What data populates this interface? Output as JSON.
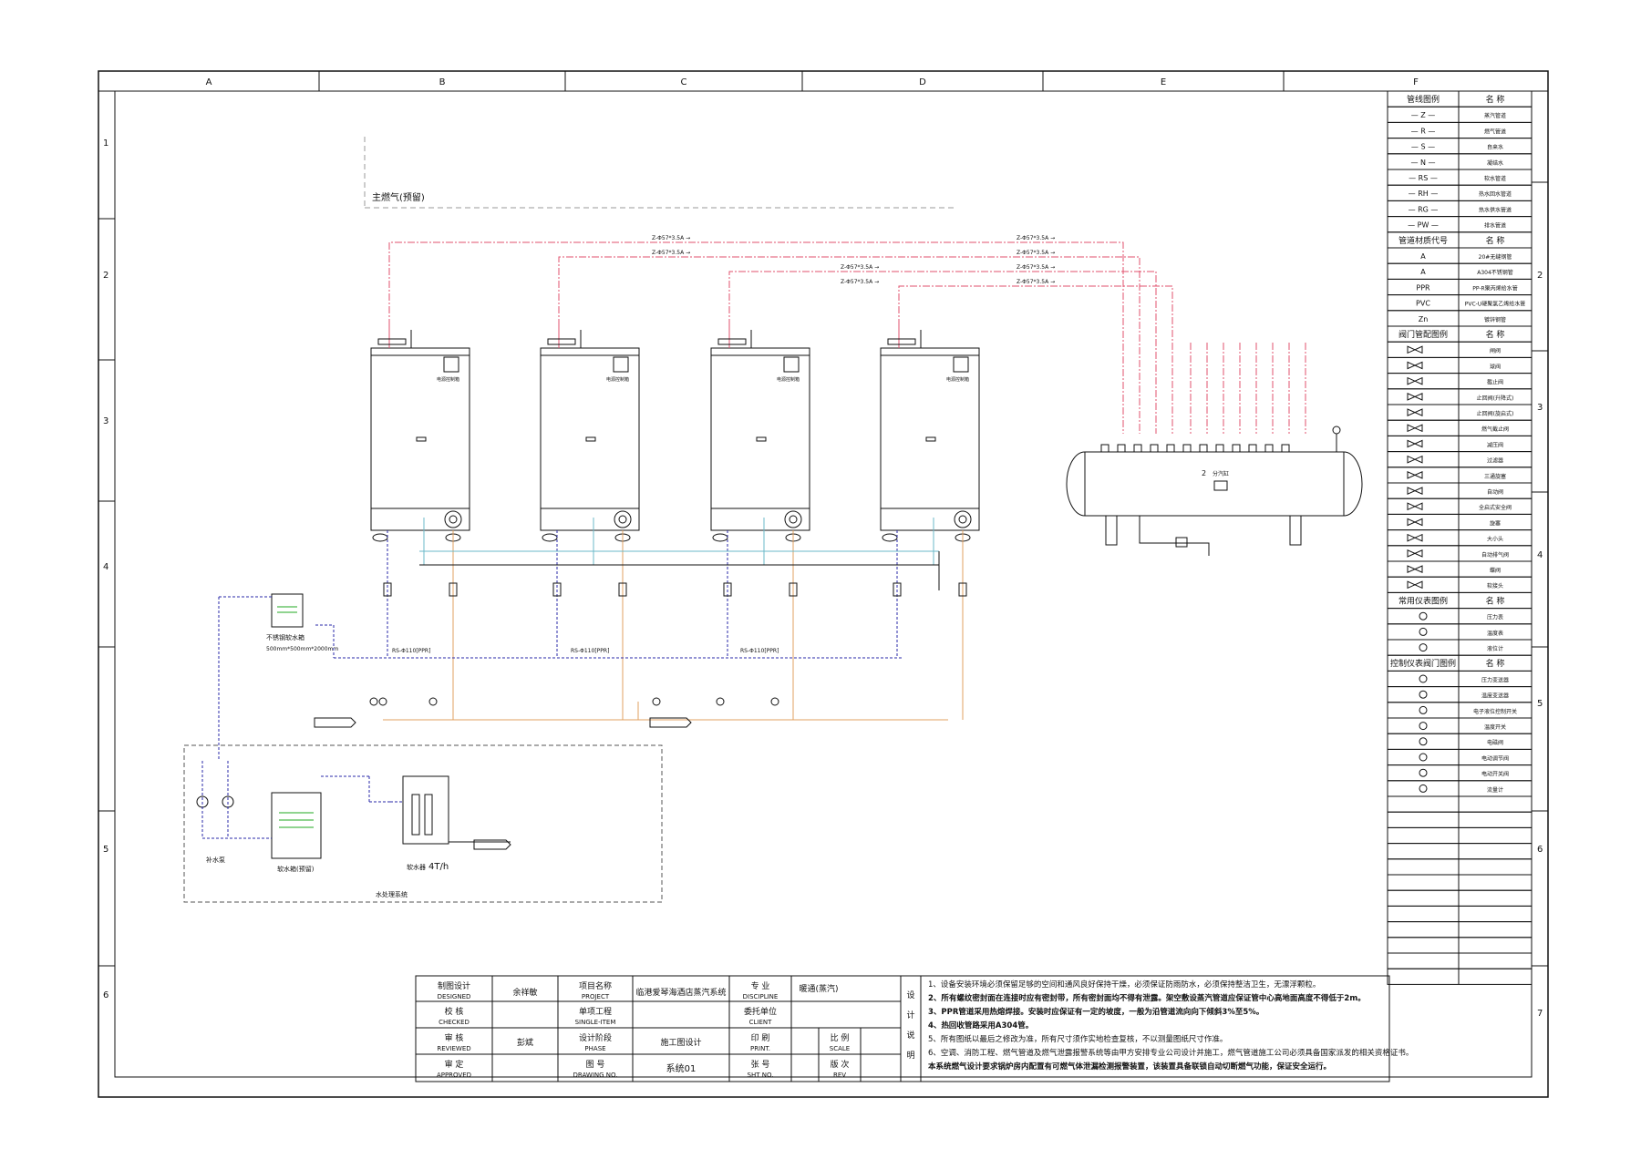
{
  "frame": {
    "columns": [
      "A",
      "B",
      "C",
      "D",
      "E",
      "F"
    ],
    "rows_left": [
      "1",
      "2",
      "3",
      "4",
      "5",
      "6"
    ],
    "rows_right": [
      "2",
      "3",
      "4",
      "5",
      "6",
      "7"
    ]
  },
  "diagram": {
    "main_gas_label": "主燃气(预留)",
    "gas_pipe_spec": "Z-Φ57*3.5A",
    "boiler_panel_label": "电源控制箱",
    "header_label": "分汽缸",
    "header_number": "2",
    "return_pipe_label": "RS-Φ110[PPR]",
    "water_treat_label": "软水器",
    "water_treat_capacity": "4T/h",
    "tank_label": "不锈钢软水箱",
    "tank_size": "500mm*500mm*2000mm",
    "softwater_box_label": "软水箱(预留)",
    "pump_label": "补水泵",
    "system_caption": "水处理系统"
  },
  "legend": {
    "pipe_header": [
      "管线图例",
      "名 称"
    ],
    "pipe_rows": [
      [
        "— Z —",
        "蒸汽管道"
      ],
      [
        "— R —",
        "燃气管道"
      ],
      [
        "— S —",
        "自来水"
      ],
      [
        "— N —",
        "凝结水"
      ],
      [
        "— RS —",
        "软水管道"
      ],
      [
        "— RH —",
        "热水回水管道"
      ],
      [
        "— RG —",
        "热水供水管道"
      ],
      [
        "— PW —",
        "排水管道"
      ]
    ],
    "material_header": [
      "管道材质代号",
      "名 称"
    ],
    "material_rows": [
      [
        "A",
        "20#无缝钢管"
      ],
      [
        "A",
        "A304不锈钢管"
      ],
      [
        "PPR",
        "PP-R聚丙烯给水管"
      ],
      [
        "PVC",
        "PVC-U硬聚氯乙烯给水管"
      ],
      [
        "Zn",
        "镀锌钢管"
      ]
    ],
    "valve_header": [
      "阀门管配图例",
      "名 称"
    ],
    "valve_rows": [
      "闸阀",
      "球阀",
      "截止阀",
      "止回阀(升降式)",
      "止回阀(旋启式)",
      "燃气截止阀",
      "减压阀",
      "过滤器",
      "三通旋塞",
      "自动阀",
      "全启式安全阀",
      "旋塞",
      "大小头",
      "自动排气阀",
      "蝶阀",
      "软接头"
    ],
    "instrument_header": [
      "常用仪表图例",
      "名 称"
    ],
    "instrument_rows": [
      "压力表",
      "温度表",
      "液位计"
    ],
    "control_header": [
      "控制仪表阀门图例",
      "名 称"
    ],
    "control_rows": [
      "压力变送器",
      "温度变送器",
      "电子液位控制开关",
      "温度开关",
      "电磁阀",
      "电动调节阀",
      "电动开关阀",
      "流量计"
    ]
  },
  "title_block": {
    "designed_cn": "制图设计",
    "designed_en": "DESIGNED",
    "designer": "余祥敏",
    "checked_cn": "校 核",
    "checked_en": "CHECKED",
    "reviewed_cn": "审 核",
    "reviewed_en": "REVIEWED",
    "reviewer": "彭斌",
    "approved_cn": "审 定",
    "approved_en": "APPROVED",
    "project_cn": "项目名称",
    "project_en": "PROJECT",
    "project": "临港爱琴海酒店蒸汽系统",
    "single_cn": "单项工程",
    "single_en": "SINGLE-ITEM",
    "phase_cn": "设计阶段",
    "phase_en": "PHASE",
    "phase": "施工图设计",
    "drawing_cn": "图 号",
    "drawing_en": "DRAWING NO.",
    "drawing": "系统01",
    "discipline_cn": "专 业",
    "discipline_en": "DISCIPLINE",
    "discipline": "暖通(蒸汽)",
    "client_cn": "委托单位",
    "client_en": "CLIENT",
    "print_cn": "印 刷",
    "print_en": "PRINT.",
    "sht_cn": "张 号",
    "sht_en": "SHT NO.",
    "scale_cn": "比 例",
    "scale_en": "SCALE",
    "rev_cn": "版 次",
    "rev_en": "REV",
    "notes_title": "设计说明",
    "notes": [
      "1、设备安装环境必须保留足够的空间和通风良好保持干燥，必须保证防雨防水，必须保持整洁卫生，无漂浮颗粒。",
      "2、所有螺纹密封面在连接时应有密封带，所有密封面均不得有泄露。架空敷设蒸汽管道应保证管中心高地面高度不得低于2m。",
      "3、PPR管道采用热熔焊接。安装时应保证有一定的坡度，一般为沿管道流向向下倾斜3%至5%。",
      "4、热回收管路采用A304管。",
      "5、所有图纸以最后之修改为准，所有尺寸须作实地检查复核，不以测量图纸尺寸作准。",
      "6、空调、消防工程、燃气管道及燃气泄露报警系统等由甲方安排专业公司设计并施工，燃气管道施工公司必须具备国家派发的相关资格证书。",
      "本系统燃气设计要求锅炉房内配置有可燃气体泄漏检测报警装置，该装置具备联锁自动切断燃气功能，保证安全运行。"
    ]
  },
  "colors": {
    "steam": "#e0506e",
    "water": "#2a2aa8",
    "gas": "#e0a060",
    "drain": "#6bb8c8",
    "main_gas": "#22aa22",
    "frame": "#111111"
  }
}
